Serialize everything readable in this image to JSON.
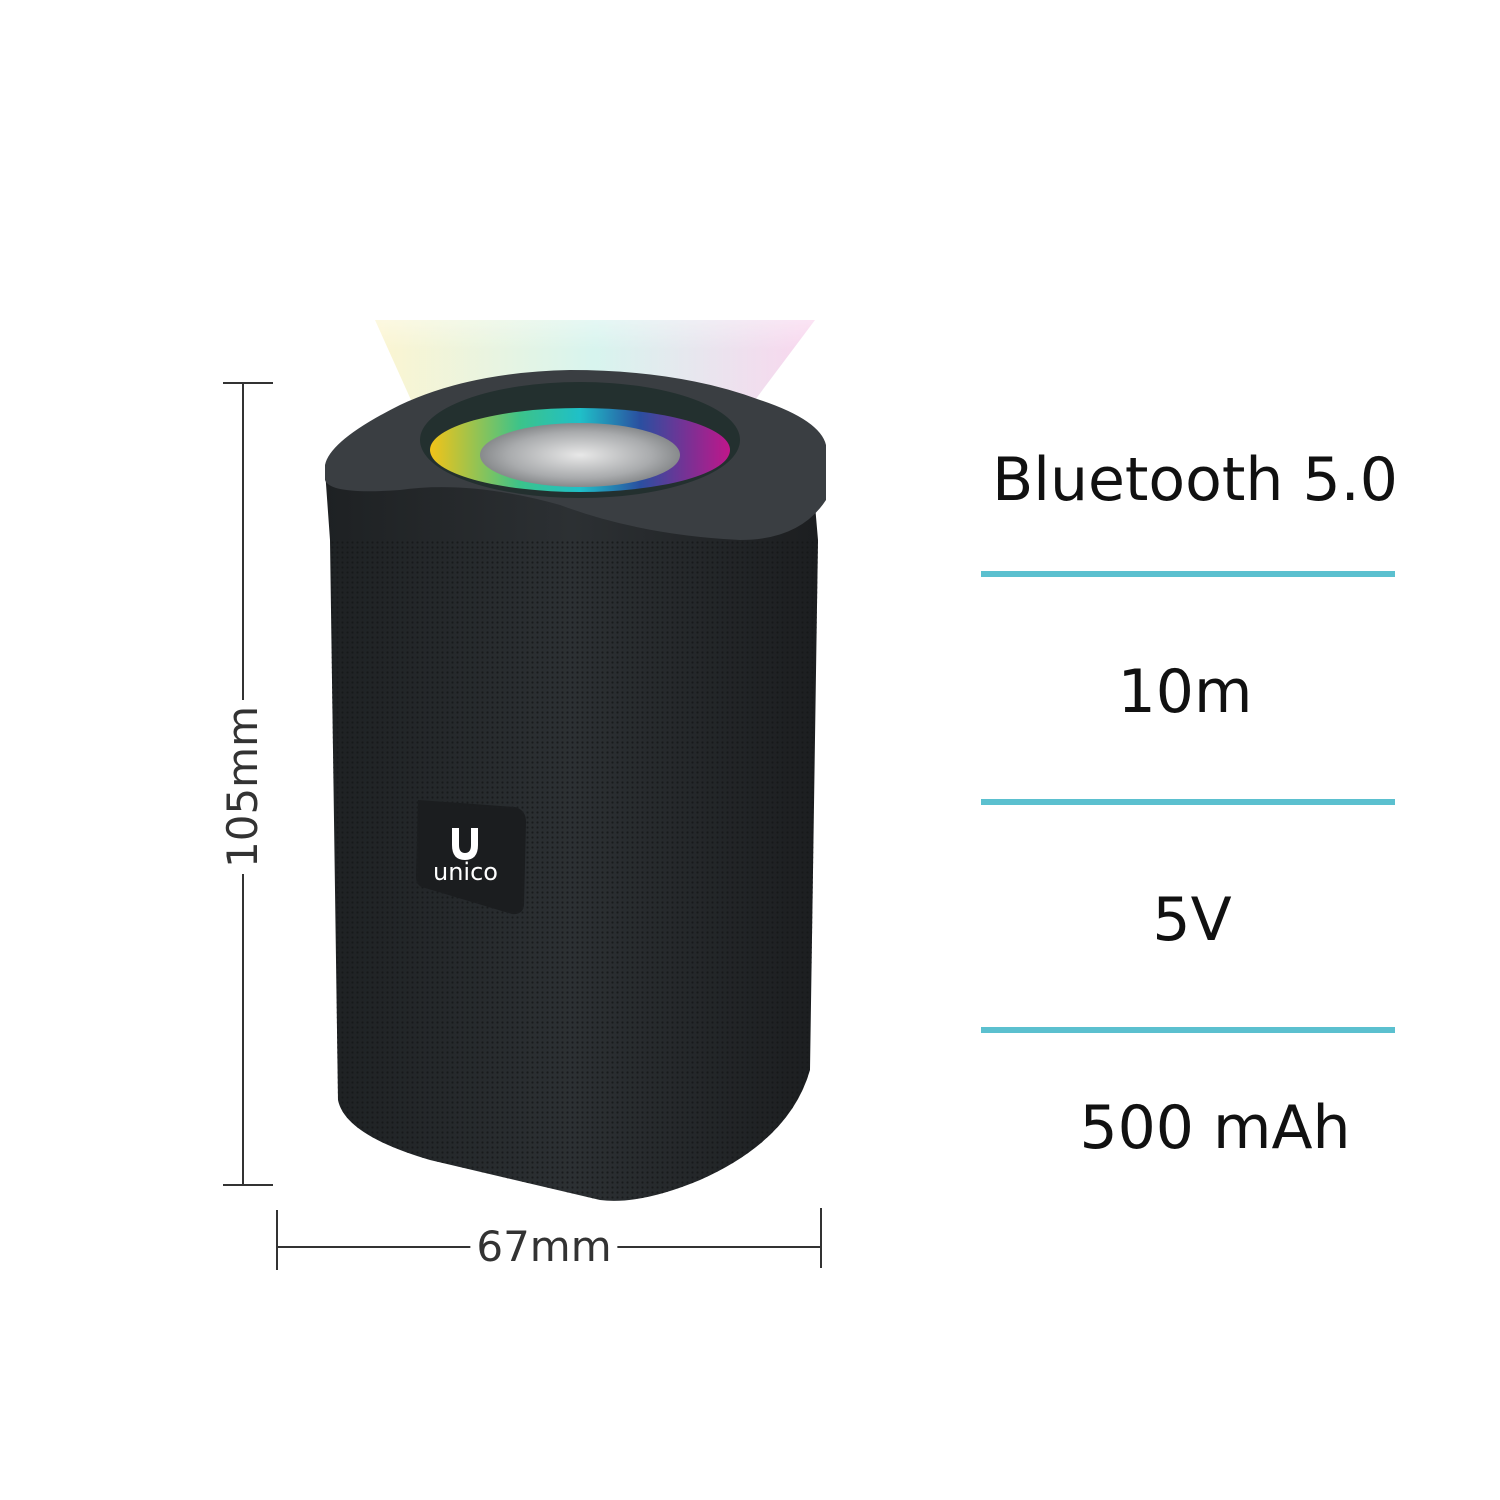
{
  "product": {
    "logo_text": "unico",
    "dimensions": {
      "height": "105mm",
      "width": "67mm"
    }
  },
  "specs": [
    {
      "value": "Bluetooth 5.0"
    },
    {
      "value": "10m"
    },
    {
      "value": "5V"
    },
    {
      "value": "500 mAh"
    }
  ],
  "colors": {
    "divider": "#5bc0cf",
    "body": "#26292c",
    "text": "#111111"
  }
}
